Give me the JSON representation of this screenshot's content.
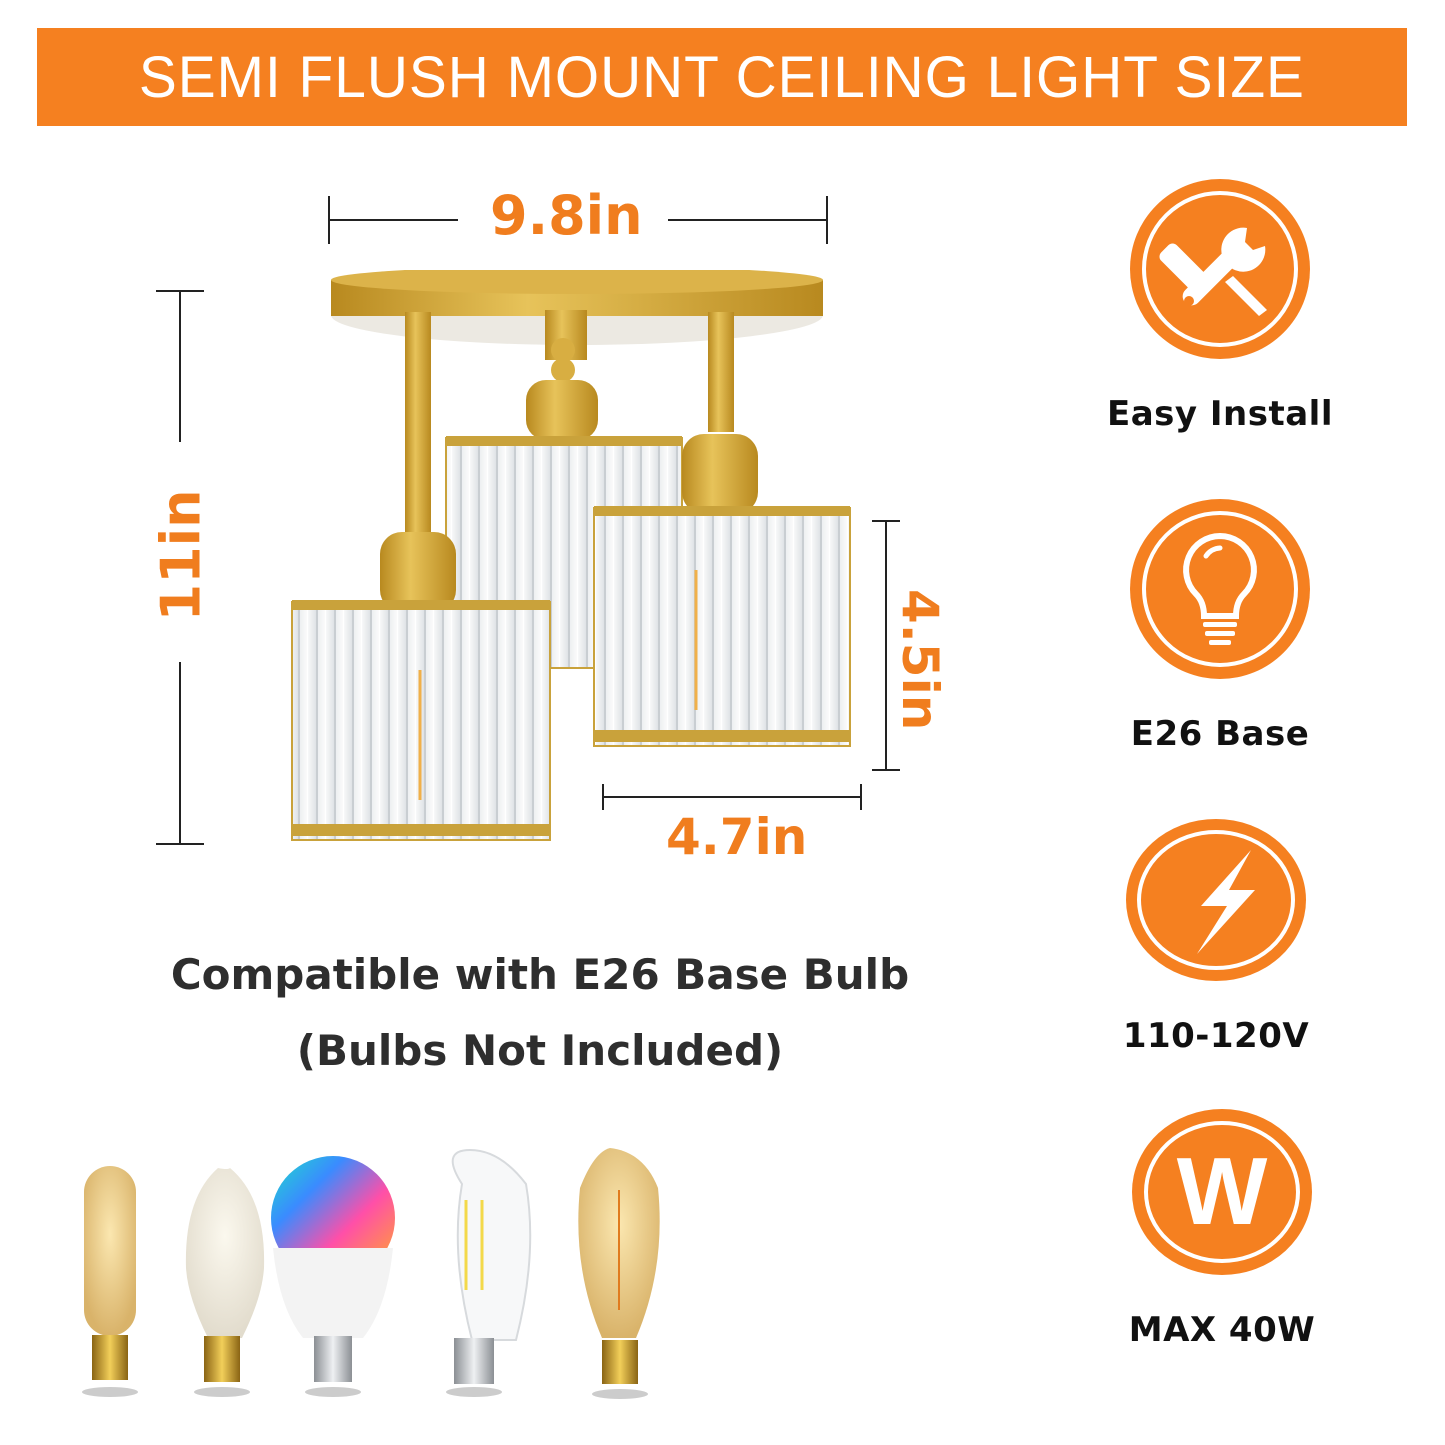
{
  "banner": {
    "title": "SEMI FLUSH MOUNT CEILING LIGHT SIZE",
    "color": "#f58020"
  },
  "dimensions": {
    "width": "9.8in",
    "height": "11in",
    "shade_height": "4.5in",
    "shade_width": "4.7in",
    "color": "#f07d1e"
  },
  "product": {
    "finish_color": "#d4a935",
    "shade": "crystal"
  },
  "compatibility": {
    "line1": "Compatible with E26 Base Bulb",
    "line2": "(Bulbs Not Included)"
  },
  "features": [
    {
      "icon": "tools-icon",
      "label": "Easy Install"
    },
    {
      "icon": "lightbulb-icon",
      "label": "E26 Base"
    },
    {
      "icon": "lightning-icon",
      "label": "110-120V"
    },
    {
      "icon": "watt-icon",
      "label": "MAX 40W",
      "glyph": "W"
    }
  ],
  "bulbs": [
    {
      "type": "tubular-edison"
    },
    {
      "type": "a19-vintage-filament"
    },
    {
      "type": "rgb-led"
    },
    {
      "type": "st64-led-filament"
    },
    {
      "type": "st64-vintage-edison"
    }
  ]
}
